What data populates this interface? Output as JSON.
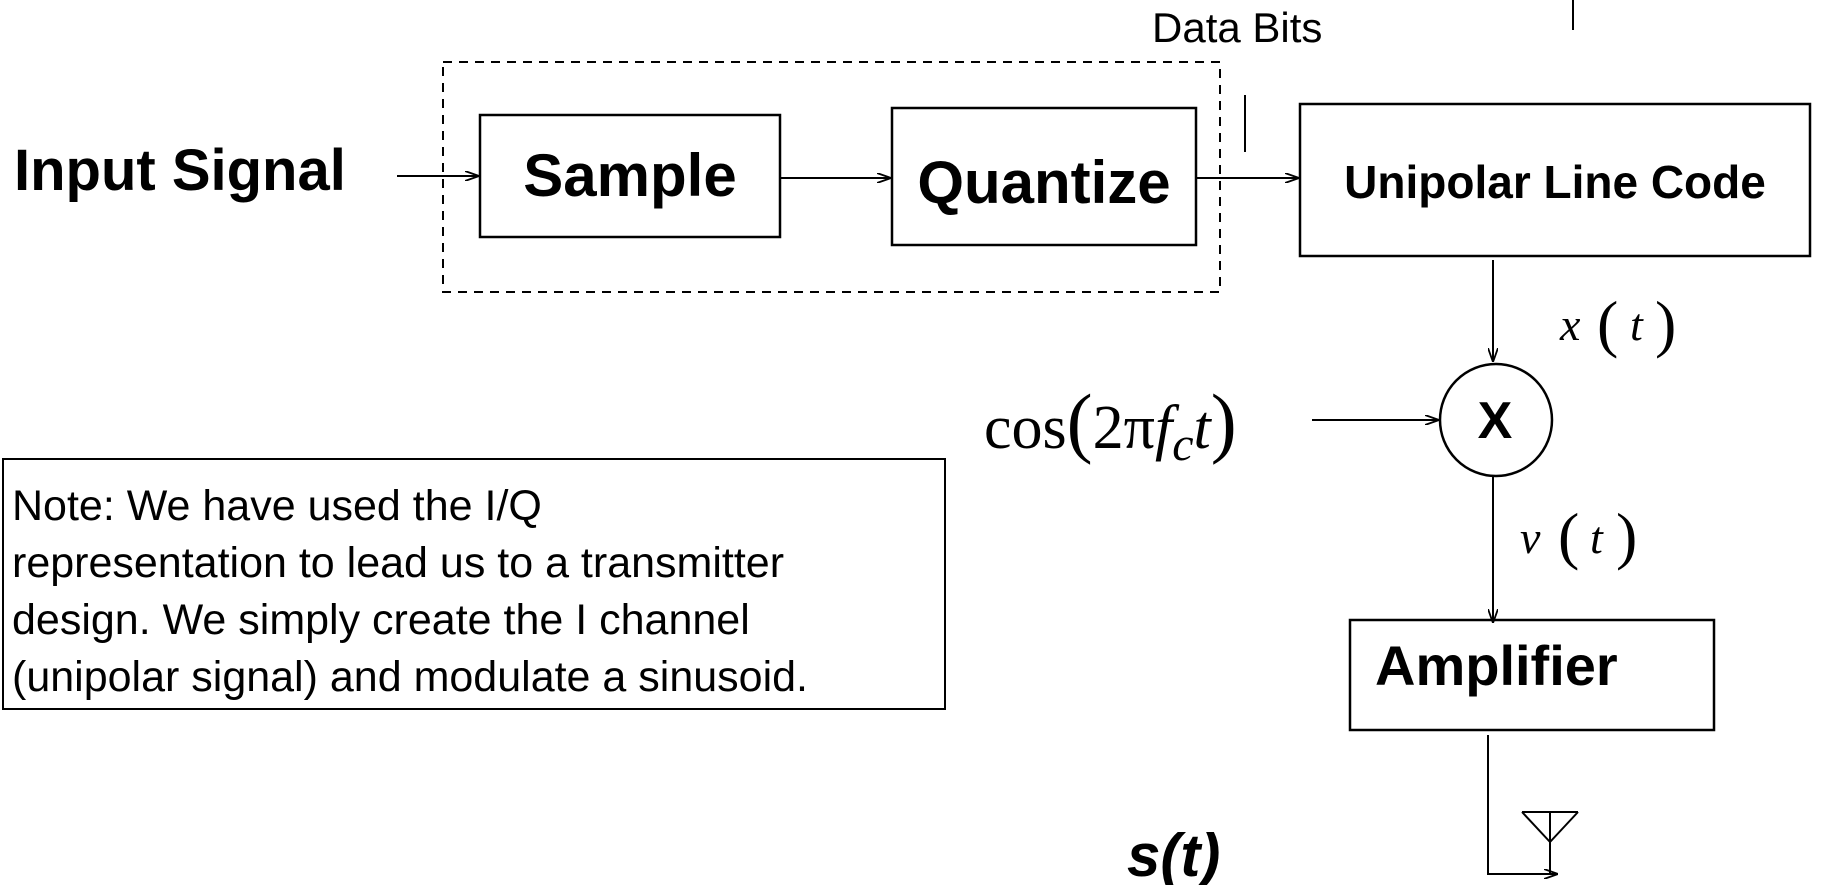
{
  "diagram": {
    "input_label": "Input Signal",
    "sample_label": "Sample",
    "quantize_label": "Quantize",
    "data_bits_label": "Data Bits",
    "line_code_label": "Unipolar Line Code",
    "x_signal": {
      "name": "x",
      "arg": "t"
    },
    "multiplier_label": "X",
    "carrier": {
      "func": "cos",
      "open": "(",
      "coef": "2",
      "pi": "π",
      "f": "f",
      "sub": "c",
      "t": "t",
      "close": ")"
    },
    "v_signal": {
      "name": "v",
      "arg": "t"
    },
    "amplifier_label": "Amplifier",
    "output_signal": {
      "name": "s",
      "open": "(",
      "arg": "t",
      "close": ")"
    },
    "note_lines": [
      "Note:  We have used the I/Q",
      "representation to lead us to a transmitter",
      "design.  We simply create the I channel",
      "(unipolar signal) and modulate a sinusoid."
    ]
  }
}
